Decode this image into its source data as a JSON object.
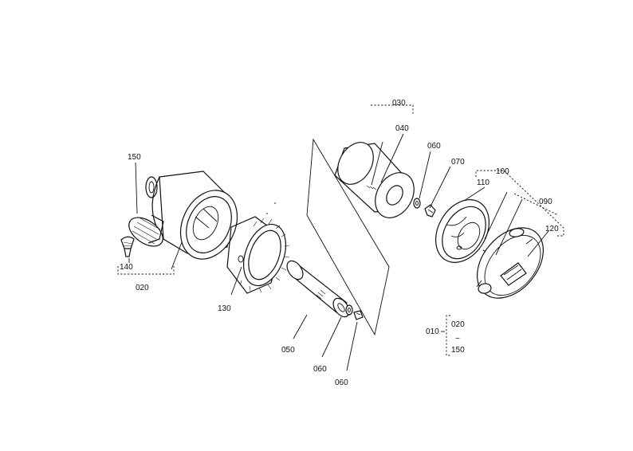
{
  "diagram": {
    "labels": {
      "p030": "030",
      "p040": "040",
      "p060a": "060",
      "p070": "070",
      "p100": "100",
      "p110": "110",
      "p090": "090",
      "p120": "120",
      "p150": "150",
      "p140": "140",
      "p020": "020",
      "p130": "130",
      "p050": "050",
      "p060b": "060",
      "p060c": "060"
    },
    "legend": {
      "assy": "010",
      "sub_top": "020",
      "tilde": "~",
      "sub_bottom": "150"
    }
  }
}
